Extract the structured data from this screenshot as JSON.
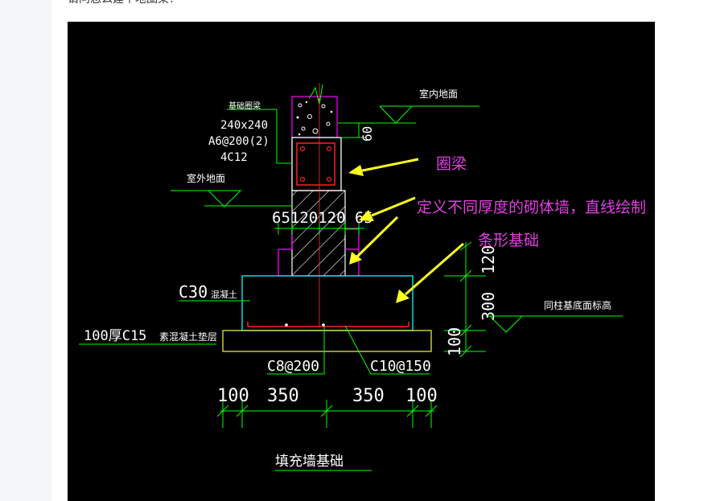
{
  "page": {
    "top_text": "请问怎么建个地圈梁？"
  },
  "drawing": {
    "ring_beam_title": "基础圈梁",
    "ring_beam_size": "240x240",
    "ring_beam_stirrup": "A6@200(2)",
    "ring_beam_main_bar": "4C12",
    "indoor_floor": "室内地面",
    "outdoor_ground": "室外地面",
    "dim_60": "60",
    "dim_wall": "65120120 65",
    "concrete_grade": "C30",
    "concrete_unit": "混凝土",
    "cushion_label": "100厚C15",
    "cushion_unit": "素混凝土垫层",
    "dim_120": "120",
    "dim_300": "300",
    "dim_100_v": "100",
    "column_ref": "同柱基底面标高",
    "bar_c8": "C8@200",
    "bar_c10": "C10@150",
    "dim_100_l": "100",
    "dim_350_l": "350",
    "dim_350_r": "350",
    "dim_100_r": "100",
    "figure_title": "填充墙基础"
  },
  "annotations": {
    "ring_beam": "圈梁",
    "masonry_wall": "定义不同厚度的砌体墙，直线绘制",
    "strip_foundation": "条形基础"
  },
  "colors": {
    "cad_background": "#000000",
    "cad_white": "#ffffff",
    "cad_green": "#00ff00",
    "cad_magenta": "#ff00ff",
    "cad_cyan": "#00ffff",
    "cad_red": "#ff2020",
    "cad_yellow": "#ffff00",
    "cad_gold": "#e8e84a",
    "annotation_text": "#e040e0",
    "arrow": "#ffff20"
  }
}
